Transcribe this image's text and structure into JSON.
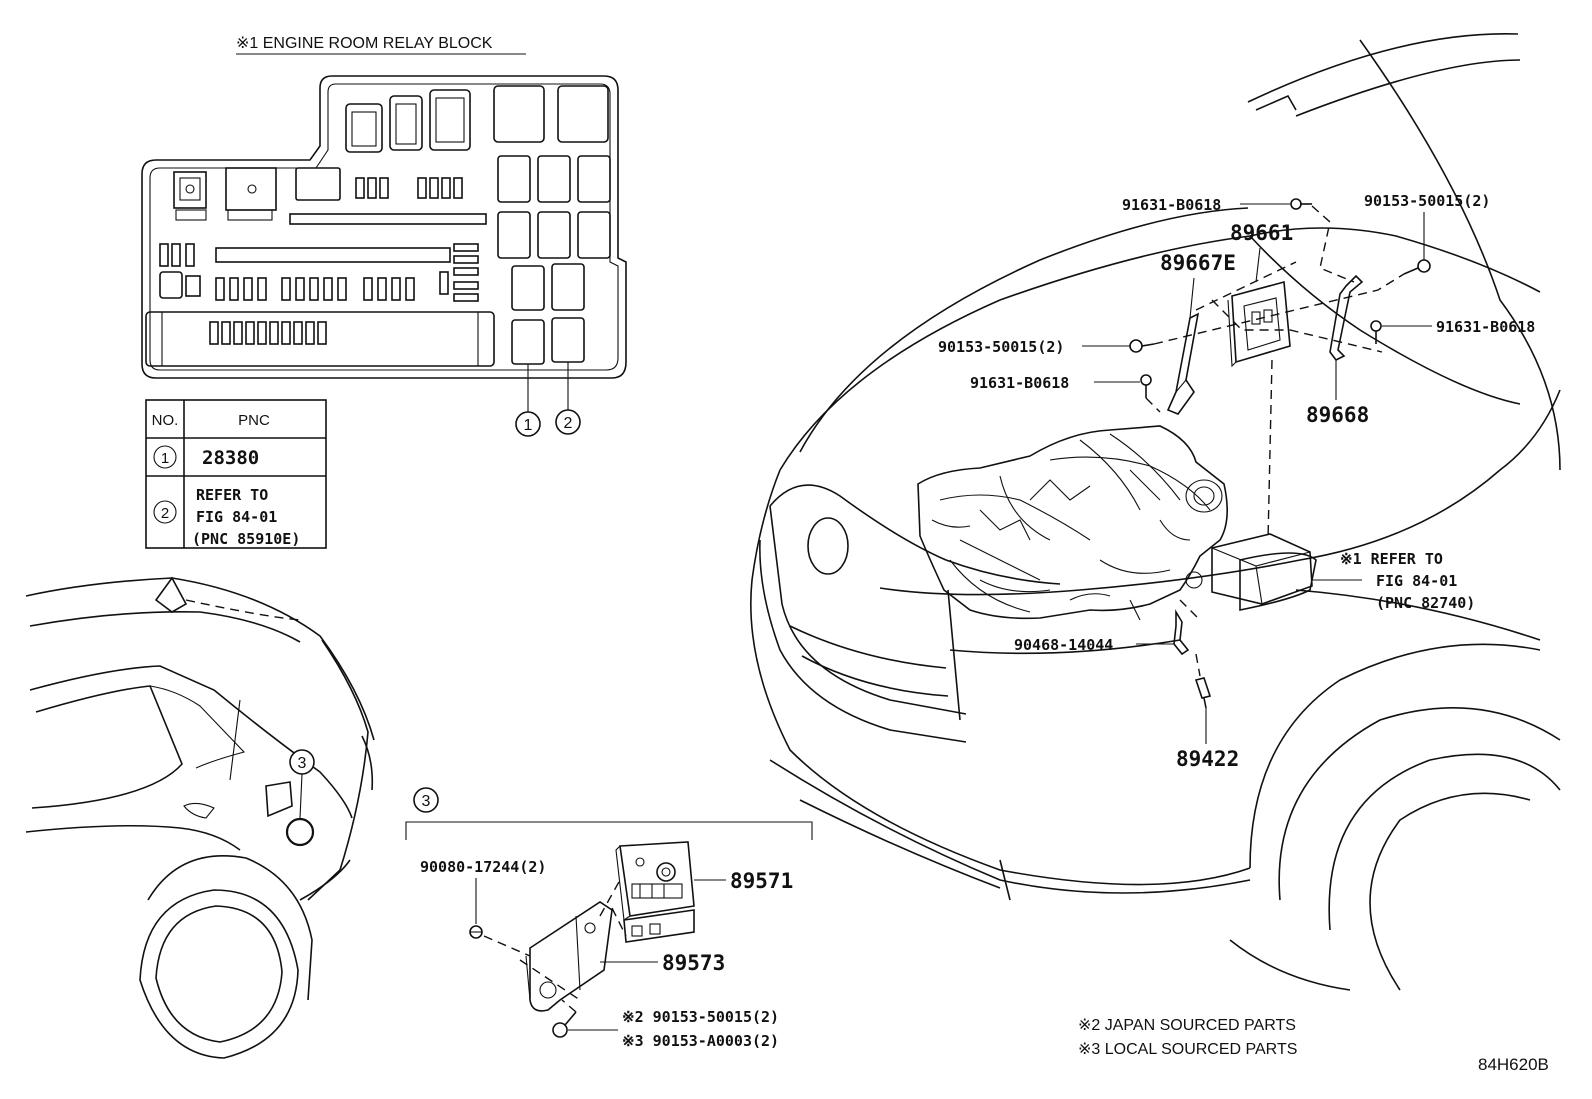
{
  "relay_block": {
    "title": "※1 ENGINE ROOM RELAY BLOCK",
    "callouts": [
      {
        "num": "1"
      },
      {
        "num": "2"
      }
    ]
  },
  "pnc_table": {
    "headers": [
      "NO.",
      "PNC"
    ],
    "rows": [
      {
        "no": "1",
        "pnc": [
          "28380"
        ]
      },
      {
        "no": "2",
        "pnc": [
          "REFER TO",
          "FIG 84-01",
          "(PNC 85910E)"
        ]
      }
    ]
  },
  "callout_3": "3",
  "front_labels": [
    {
      "id": "91631-B0618-top",
      "text": "91631-B0618"
    },
    {
      "id": "90153-50015-right",
      "text": "90153-50015(2)"
    },
    {
      "id": "89661",
      "text": "89661"
    },
    {
      "id": "89667E",
      "text": "89667E"
    },
    {
      "id": "91631-B0618-right",
      "text": "91631-B0618"
    },
    {
      "id": "90153-50015-left",
      "text": "90153-50015(2)"
    },
    {
      "id": "91631-B0618-left",
      "text": "91631-B0618"
    },
    {
      "id": "89668",
      "text": "89668"
    },
    {
      "id": "90468-14044",
      "text": "90468-14044"
    },
    {
      "id": "89422",
      "text": "89422"
    }
  ],
  "refer_note": [
    "※1 REFER TO",
    "FIG 84-01",
    "(PNC 82740)"
  ],
  "detail_labels": [
    {
      "id": "90080-17244",
      "text": "90080-17244(2)"
    },
    {
      "id": "89571",
      "text": "89571"
    },
    {
      "id": "89573",
      "text": "89573"
    },
    {
      "id": "90153-50015-detail",
      "text": "※2 90153-50015(2)"
    },
    {
      "id": "90153-A0003-detail",
      "text": "※3 90153-A0003(2)"
    }
  ],
  "legend": [
    "※2 JAPAN SOURCED PARTS",
    "※3 LOCAL SOURCED PARTS"
  ],
  "figure_code": "84H620B"
}
